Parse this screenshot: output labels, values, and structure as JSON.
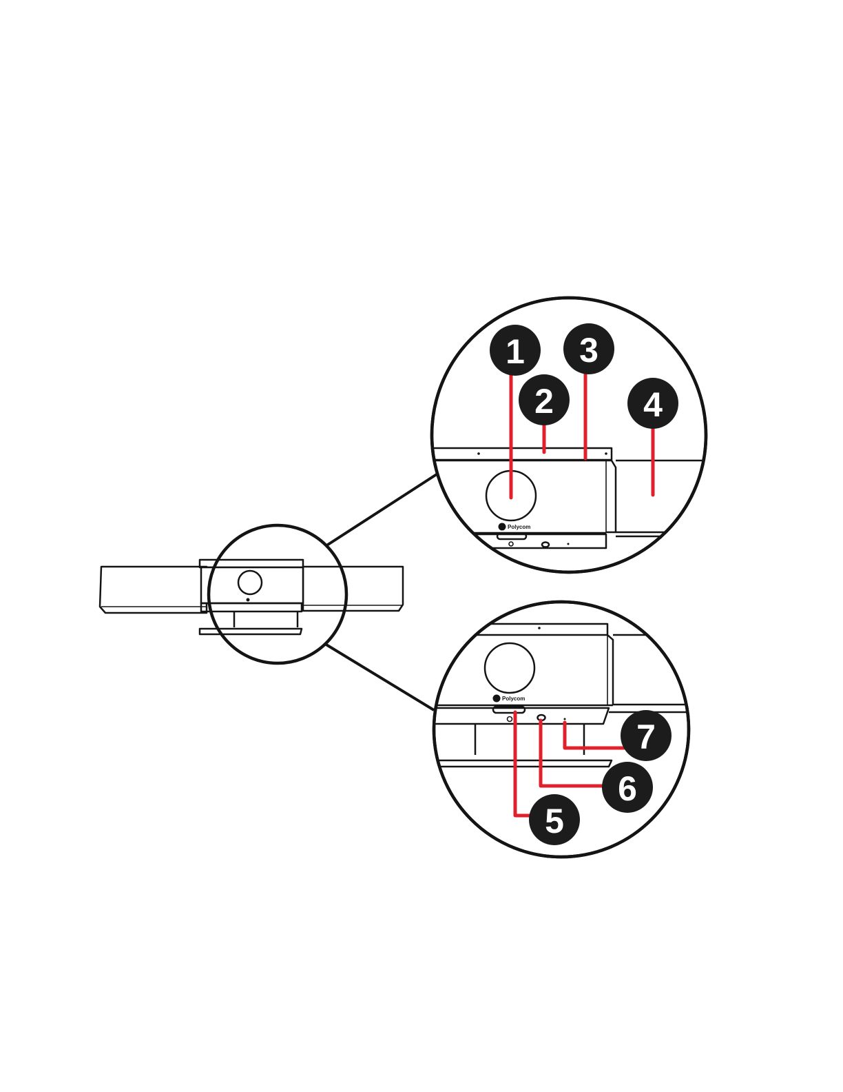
{
  "figure": {
    "logo_text": "Polycom",
    "colors": {
      "leader_line": "#e0202b",
      "callout_fill": "#1c1c1c",
      "callout_text": "#ffffff",
      "outline": "#141414"
    }
  },
  "callouts": [
    {
      "id": "1",
      "label": "1"
    },
    {
      "id": "2",
      "label": "2"
    },
    {
      "id": "3",
      "label": "3"
    },
    {
      "id": "4",
      "label": "4"
    },
    {
      "id": "5",
      "label": "5"
    },
    {
      "id": "6",
      "label": "6"
    },
    {
      "id": "7",
      "label": "7"
    }
  ]
}
